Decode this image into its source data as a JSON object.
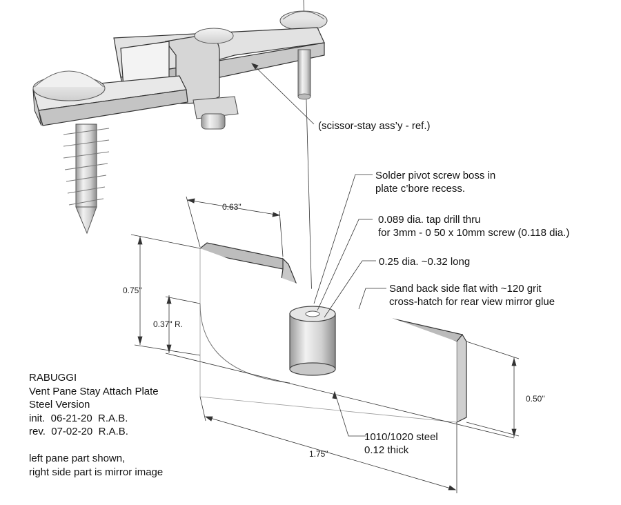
{
  "callouts": {
    "scissor_stay": "(scissor-stay ass’y - ref.)",
    "solder_line1": "Solder pivot screw boss in",
    "solder_line2": "plate c’bore recess.",
    "tap_line1": "0.089 dia. tap drill thru",
    "tap_line2": "for 3mm - 0 50 x 10mm screw (0.118 dia.)",
    "boss": "0.25 dia. ~0.32 long",
    "sand_line1": "Sand back side flat with ~120 grit",
    "sand_line2": "cross-hatch for rear view mirror glue",
    "material_line1": "1010/1020 steel",
    "material_line2": "0.12 thick"
  },
  "dimensions": {
    "width_top": "0.63\"",
    "height_left": "0.75\"",
    "radius": "0.37\" R.",
    "height_right": "0.50\"",
    "length_bottom": "1.75\""
  },
  "title_block": {
    "company": "RABUGGI",
    "part_name": "Vent Pane Stay Attach Plate",
    "version": "Steel Version",
    "init": "init.  06-21-20  R.A.B.",
    "rev": "rev.  07-02-20  R.A.B.",
    "note_line1": "left pane part shown,",
    "note_line2": "right side part is mirror image"
  }
}
